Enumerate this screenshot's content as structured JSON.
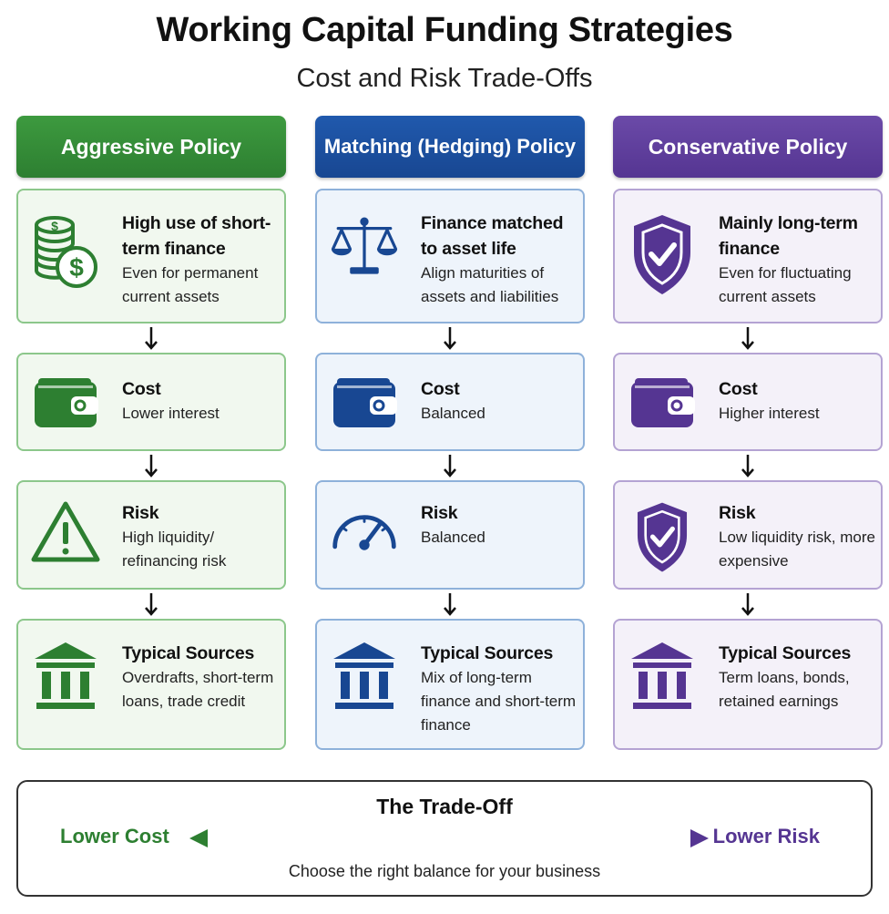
{
  "title": "Working Capital Funding Strategies",
  "subtitle": "Cost and Risk Trade-Offs",
  "colors": {
    "green": "#2d7f31",
    "blue": "#184792",
    "purple": "#553592"
  },
  "columns": [
    {
      "header": "Aggressive Policy",
      "cards": [
        {
          "icon": "coins-dollar-icon",
          "head": "High use of short-term finance",
          "desc": "Even for permanent current assets"
        },
        {
          "icon": "wallet-icon",
          "head": "Cost",
          "desc": "Lower interest"
        },
        {
          "icon": "warning-triangle-icon",
          "head": "Risk",
          "desc": "High liquidity/ refinancing risk"
        },
        {
          "icon": "bank-building-icon",
          "head": "Typical Sources",
          "desc": "Overdrafts, short-term loans, trade credit"
        }
      ]
    },
    {
      "header": "Matching (Hedging) Policy",
      "cards": [
        {
          "icon": "balance-scale-icon",
          "head": "Finance matched to asset life",
          "desc": "Align maturities of assets and liabilities"
        },
        {
          "icon": "wallet-icon",
          "head": "Cost",
          "desc": "Balanced"
        },
        {
          "icon": "gauge-icon",
          "head": "Risk",
          "desc": "Balanced"
        },
        {
          "icon": "bank-building-icon",
          "head": "Typical Sources",
          "desc": "Mix of long-term finance and short-term finance"
        }
      ]
    },
    {
      "header": "Conservative Policy",
      "cards": [
        {
          "icon": "shield-check-icon",
          "head": "Mainly long-term finance",
          "desc": "Even for fluctuating current assets"
        },
        {
          "icon": "wallet-icon",
          "head": "Cost",
          "desc": "Higher interest"
        },
        {
          "icon": "shield-check-icon",
          "head": "Risk",
          "desc": "Low liquidity risk, more expensive"
        },
        {
          "icon": "bank-building-icon",
          "head": "Typical Sources",
          "desc": "Term loans, bonds, retained earnings"
        }
      ]
    }
  ],
  "tradeoff": {
    "title": "The Trade-Off",
    "left_label": "Lower Cost",
    "right_label": "Lower Risk",
    "caption": "Choose the right balance for your business"
  }
}
